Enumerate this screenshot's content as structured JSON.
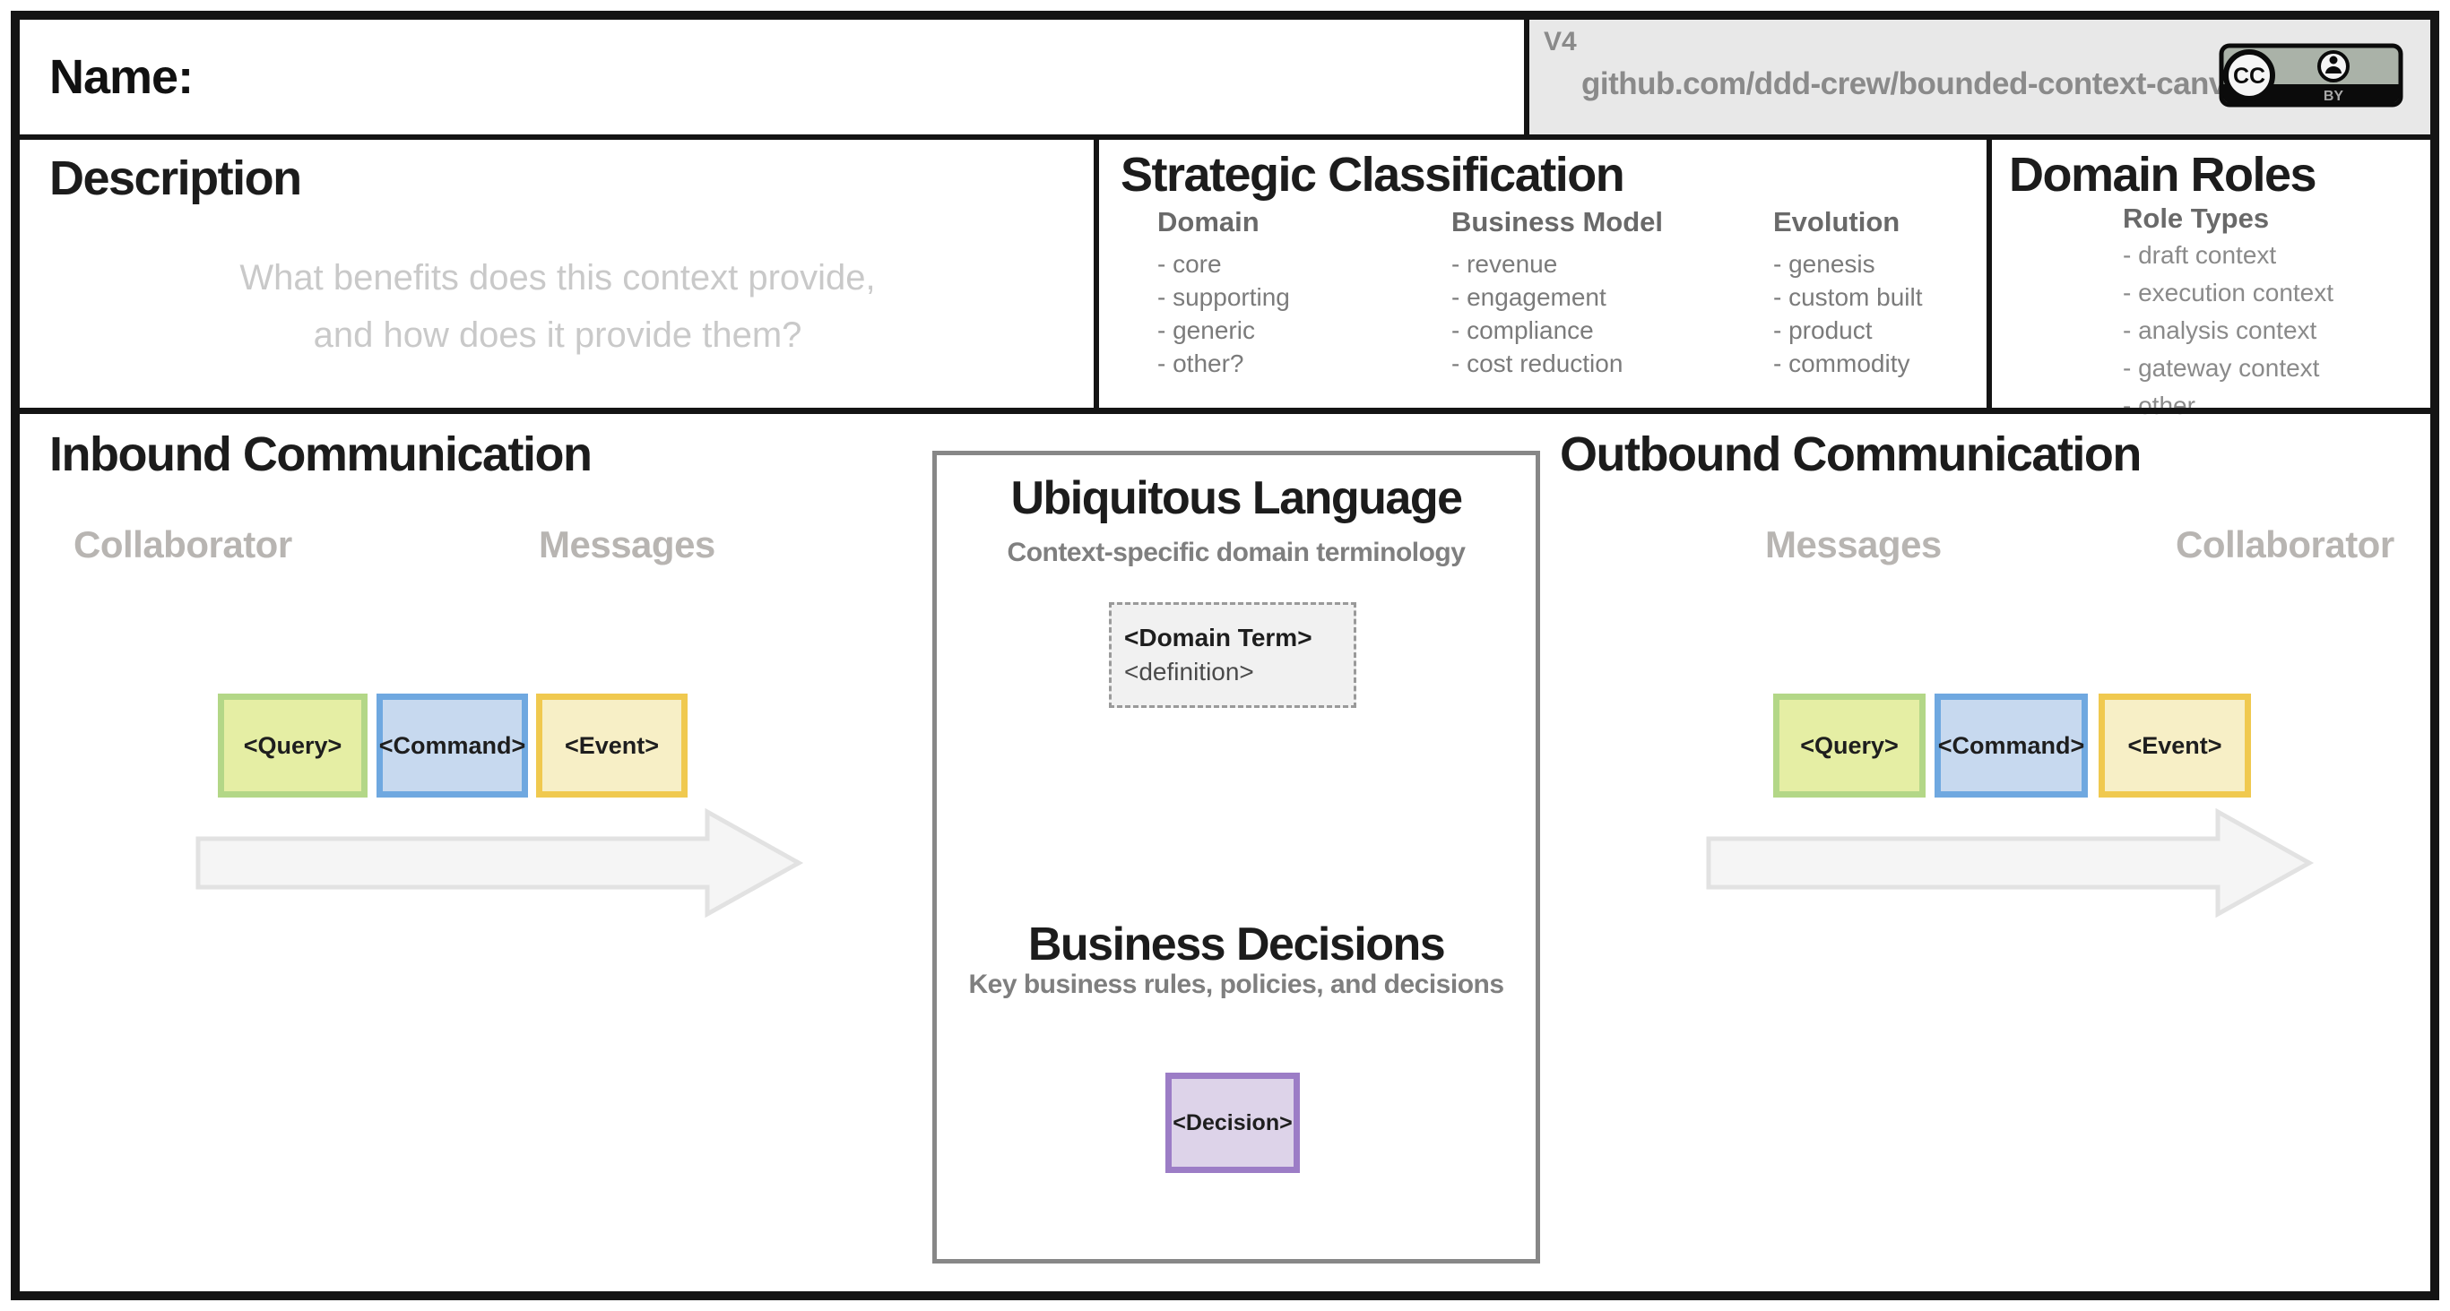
{
  "header": {
    "name_label": "Name:",
    "version": "V4",
    "repo_url": "github.com/ddd-crew/bounded-context-canvas",
    "license_badge": {
      "cc_label": "CC",
      "by_label": "BY"
    }
  },
  "description": {
    "title": "Description",
    "placeholder_line1": "What benefits does this context provide,",
    "placeholder_line2": "and how does it provide them?"
  },
  "strategic_classification": {
    "title": "Strategic Classification",
    "columns": [
      {
        "heading": "Domain",
        "items": [
          "- core",
          "- supporting",
          "- generic",
          "- other?"
        ]
      },
      {
        "heading": "Business Model",
        "items": [
          "- revenue",
          "- engagement",
          "- compliance",
          "- cost reduction"
        ]
      },
      {
        "heading": "Evolution",
        "items": [
          "- genesis",
          "- custom built",
          "- product",
          "- commodity"
        ]
      }
    ]
  },
  "domain_roles": {
    "title": "Domain Roles",
    "subheading": "Role Types",
    "items": [
      "- draft context",
      "- execution context",
      "- analysis context",
      "- gateway context",
      "- other"
    ]
  },
  "inbound": {
    "title": "Inbound Communication",
    "left_label": "Collaborator",
    "right_label": "Messages",
    "messages": [
      {
        "label": "<Query>",
        "type": "query"
      },
      {
        "label": "<Command>",
        "type": "command"
      },
      {
        "label": "<Event>",
        "type": "event"
      }
    ]
  },
  "outbound": {
    "title": "Outbound Communication",
    "left_label": "Messages",
    "right_label": "Collaborator",
    "messages": [
      {
        "label": "<Query>",
        "type": "query"
      },
      {
        "label": "<Command>",
        "type": "command"
      },
      {
        "label": "<Event>",
        "type": "event"
      }
    ]
  },
  "center": {
    "ubiquitous_language": {
      "title": "Ubiquitous Language",
      "subtitle": "Context-specific domain terminology",
      "term_card": {
        "term": "<Domain Term>",
        "definition": "<definition>"
      }
    },
    "business_decisions": {
      "title": "Business Decisions",
      "subtitle": "Key business rules, policies, and decisions",
      "decision_card": {
        "label": "<Decision>"
      }
    }
  },
  "colors": {
    "query_bg": "#e5eea4",
    "query_border": "#b3d787",
    "command_bg": "#c7d9ef",
    "command_border": "#6fa8e0",
    "event_bg": "#f7efc6",
    "event_border": "#f0c94f",
    "decision_bg": "#ddd3e9",
    "decision_border": "#9c7dc6",
    "arrow_fill": "#f5f5f5",
    "arrow_stroke": "#e2e2e2",
    "panel_border": "#878787",
    "header_box_bg": "#e8e8e8",
    "muted_text": "#8a8a8a",
    "faint_text": "#b8b5b2",
    "placeholder_text": "#c9c9c9"
  }
}
